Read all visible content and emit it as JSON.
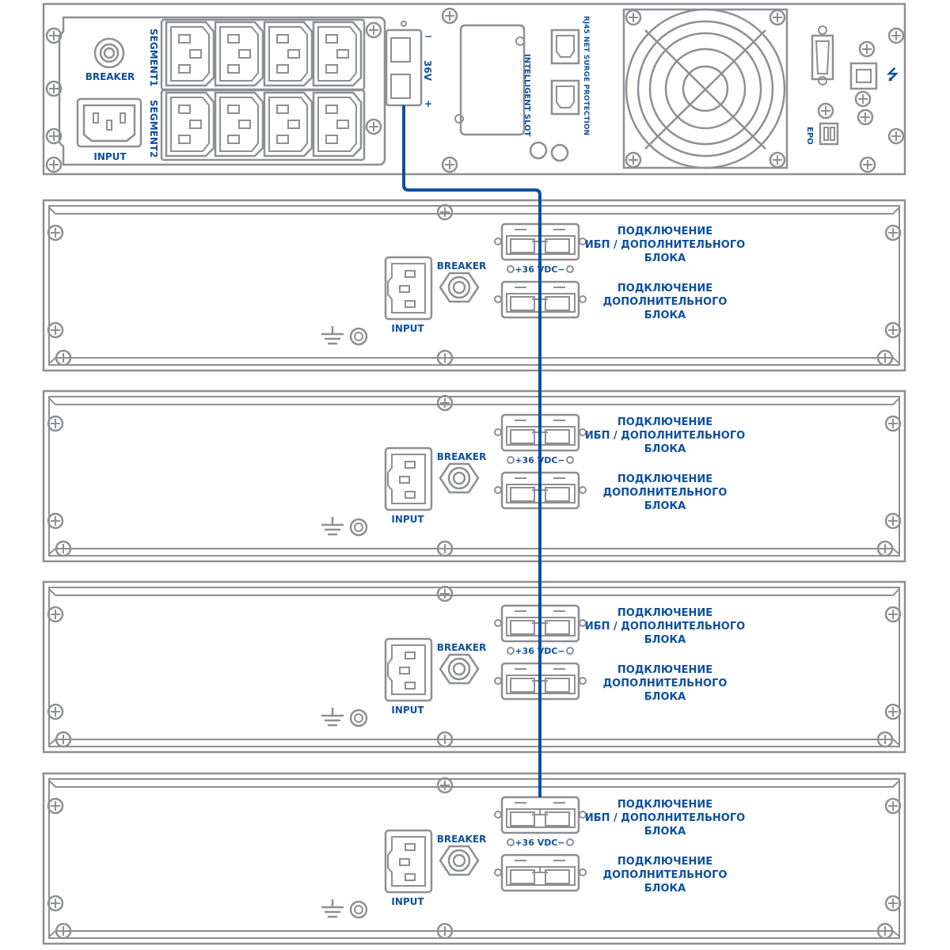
{
  "colors": {
    "label": "#0d4f9e",
    "outline": "#8e8f93",
    "cable": "#0d4f9e"
  },
  "ups": {
    "breaker_label": "BREAKER",
    "input_label": "INPUT",
    "segment1_label": "SEGMENT1",
    "segment2_label": "SEGMENT2",
    "battery_port_minus": "−",
    "battery_port_voltage": "36V",
    "battery_port_plus": "+",
    "intelligent_slot_label": "INTELLIGENT SLOT",
    "rj45_label": "RJ45 NET SURGE PROTECTION",
    "epo_label": "EPO",
    "usb_icon": "usb-icon"
  },
  "battery_packs": [
    {
      "breaker_label": "BREAKER",
      "input_label": "INPUT",
      "vdc_label": "+36 VDC−",
      "port1_lines": [
        "ПОДКЛЮЧЕНИЕ",
        "ИБП / ДОПОЛНИТЕЛЬНОГО",
        "БЛОКА"
      ],
      "port2_lines": [
        "ПОДКЛЮЧЕНИЕ",
        "ДОПОЛНИТЕЛЬНОГО",
        "БЛОКА"
      ]
    },
    {
      "breaker_label": "BREAKER",
      "input_label": "INPUT",
      "vdc_label": "+36 VDC−",
      "port1_lines": [
        "ПОДКЛЮЧЕНИЕ",
        "ИБП / ДОПОЛНИТЕЛЬНОГО",
        "БЛОКА"
      ],
      "port2_lines": [
        "ПОДКЛЮЧЕНИЕ",
        "ДОПОЛНИТЕЛЬНОГО",
        "БЛОКА"
      ]
    },
    {
      "breaker_label": "BREAKER",
      "input_label": "INPUT",
      "vdc_label": "+36 VDC−",
      "port1_lines": [
        "ПОДКЛЮЧЕНИЕ",
        "ИБП / ДОПОЛНИТЕЛЬНОГО",
        "БЛОКА"
      ],
      "port2_lines": [
        "ПОДКЛЮЧЕНИЕ",
        "ДОПОЛНИТЕЛЬНОГО",
        "БЛОКА"
      ]
    },
    {
      "breaker_label": "BREAKER",
      "input_label": "INPUT",
      "vdc_label": "+36 VDC−",
      "port1_lines": [
        "ПОДКЛЮЧЕНИЕ",
        "ИБП / ДОПОЛНИТЕЛЬНОГО",
        "БЛОКА"
      ],
      "port2_lines": [
        "ПОДКЛЮЧЕНИЕ",
        "ДОПОЛНИТЕЛЬНОГО",
        "БЛОКА"
      ]
    }
  ]
}
